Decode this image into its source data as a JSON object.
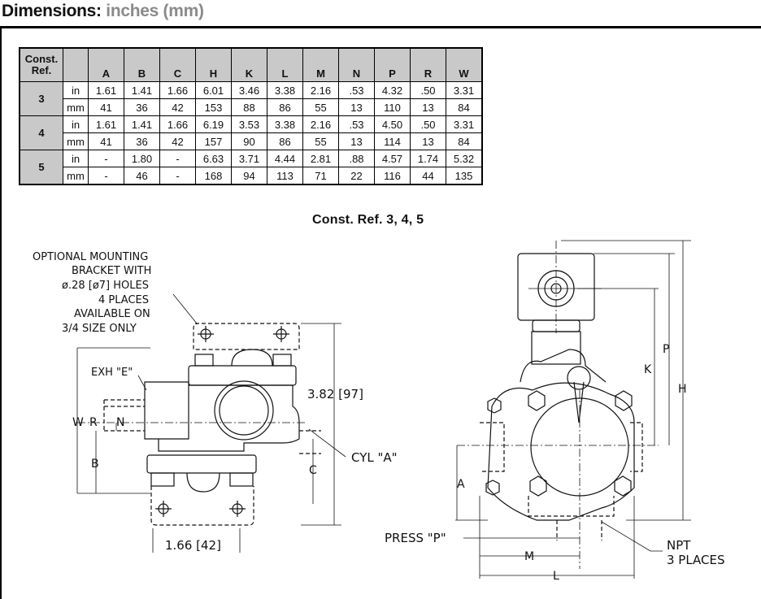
{
  "header": {
    "title": "Dimensions:",
    "unit_note": "inches (mm)"
  },
  "table": {
    "ref_header": [
      "Const.",
      "Ref."
    ],
    "columns": [
      "A",
      "B",
      "C",
      "H",
      "K",
      "L",
      "M",
      "N",
      "P",
      "R",
      "W"
    ],
    "rows": [
      {
        "ref": "3",
        "unit": "in",
        "values": [
          "1.61",
          "1.41",
          "1.66",
          "6.01",
          "3.46",
          "3.38",
          "2.16",
          ".53",
          "4.32",
          ".50",
          "3.31"
        ]
      },
      {
        "ref": "3",
        "unit": "mm",
        "values": [
          "41",
          "36",
          "42",
          "153",
          "88",
          "86",
          "55",
          "13",
          "110",
          "13",
          "84"
        ]
      },
      {
        "ref": "4",
        "unit": "in",
        "values": [
          "1.61",
          "1.41",
          "1.66",
          "6.19",
          "3.53",
          "3.38",
          "2.16",
          ".53",
          "4.50",
          ".50",
          "3.31"
        ]
      },
      {
        "ref": "4",
        "unit": "mm",
        "values": [
          "41",
          "36",
          "42",
          "157",
          "90",
          "86",
          "55",
          "13",
          "114",
          "13",
          "84"
        ]
      },
      {
        "ref": "5",
        "unit": "in",
        "values": [
          "-",
          "1.80",
          "-",
          "6.63",
          "3.71",
          "4.44",
          "2.81",
          ".88",
          "4.57",
          "1.74",
          "5.32"
        ]
      },
      {
        "ref": "5",
        "unit": "mm",
        "values": [
          "-",
          "46",
          "-",
          "168",
          "94",
          "113",
          "71",
          "22",
          "116",
          "44",
          "135"
        ]
      }
    ]
  },
  "subtitle": "Const. Ref. 3, 4, 5",
  "drawing": {
    "bracket_note": [
      "OPTIONAL MOUNTING",
      "BRACKET WITH",
      "ø.28 [ø7] HOLES",
      "4 PLACES",
      "AVAILABLE ON",
      "3/4 SIZE ONLY"
    ],
    "exh_label": "EXH \"E\"",
    "dim_height": "3.82 [97]",
    "cyl_label": "CYL \"A\"",
    "dim_width": "1.66 [42]",
    "press_label": "PRESS \"P\"",
    "npt_label": [
      "NPT",
      "3 PLACES"
    ],
    "letters": {
      "W": "W",
      "R": "R",
      "N": "N",
      "B": "B",
      "C": "C",
      "A": "A",
      "K": "K",
      "P": "P",
      "H": "H",
      "M": "M",
      "L": "L"
    }
  }
}
